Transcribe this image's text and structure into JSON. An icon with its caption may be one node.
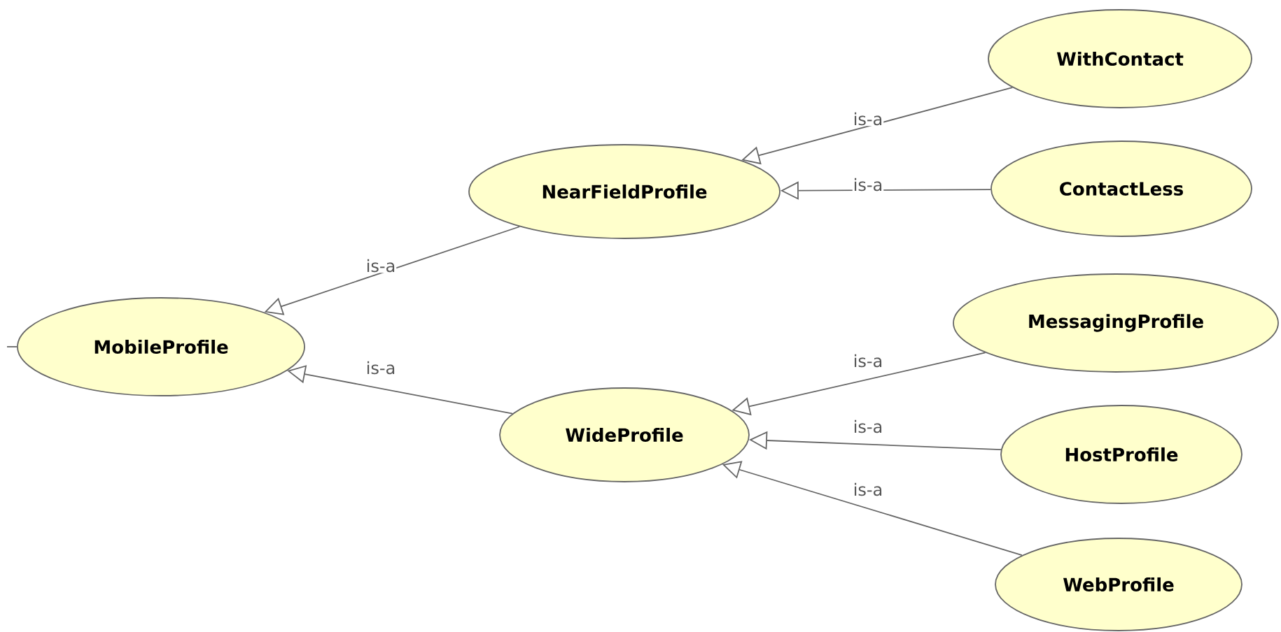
{
  "diagram": {
    "nodes": [
      {
        "text": [
          "MobileProfile"
        ]
      },
      {
        "text": [
          "NearFieldProfile"
        ]
      },
      {
        "text": [
          "WithContact"
        ]
      },
      {
        "text": [
          "ContactLess"
        ]
      },
      {
        "text": [
          "WideProfile"
        ]
      },
      {
        "text": [
          "MessagingProfile"
        ]
      },
      {
        "text": [
          "HostProfile"
        ]
      },
      {
        "text": [
          "WebProfile"
        ]
      }
    ],
    "edges": [
      {
        "from": null,
        "to": 0,
        "arrow": "none"
      },
      {
        "from": 1,
        "to": 0,
        "arrow": "to",
        "label": "is-a"
      },
      {
        "from": 4,
        "to": 0,
        "arrow": "to",
        "label": "is-a"
      },
      {
        "from": 2,
        "to": 1,
        "arrow": "to",
        "label": "is-a"
      },
      {
        "from": 3,
        "to": 1,
        "arrow": "to",
        "label": "is-a"
      },
      {
        "from": 5,
        "to": 4,
        "arrow": "to",
        "label": "is-a"
      },
      {
        "from": 6,
        "to": 4,
        "arrow": "to",
        "label": "is-a"
      },
      {
        "from": 7,
        "to": 4,
        "arrow": "to",
        "label": "is-a"
      }
    ]
  }
}
